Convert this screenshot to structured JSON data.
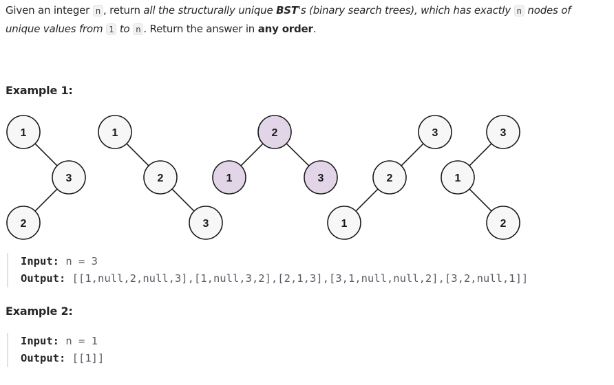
{
  "description": {
    "p1": "Given an integer ",
    "code_n1": "n",
    "p2": ", return ",
    "p3": "all the structurally unique ",
    "p4": "BST",
    "p5": "'s (binary search trees), which has exactly ",
    "code_n2": "n",
    "p6": " nodes of unique values from ",
    "code_1": "1",
    "p7": " to ",
    "code_n3": "n",
    "p8": ". Return the answer in ",
    "p9": "any order",
    "p10": "."
  },
  "example1": {
    "heading": "Example 1:",
    "input_label": "Input:",
    "input_value": "n = 3",
    "output_label": "Output:",
    "output_value": "[[1,null,2,null,3],[1,null,3,2],[2,1,3],[3,1,null,null,2],[3,2,null,1]]"
  },
  "example2": {
    "heading": "Example 2:",
    "input_label": "Input:",
    "input_value": "n = 1",
    "output_label": "Output:",
    "output_value": "[[1]]"
  },
  "colors": {
    "node_fill": "#f7f7f7",
    "node_highlight": "#e2d5e8",
    "stroke": "#1a1a1a"
  },
  "trees": [
    {
      "nodes": [
        "1",
        "3",
        "2"
      ],
      "highlight": [
        false,
        false,
        false
      ]
    },
    {
      "nodes": [
        "1",
        "2",
        "3"
      ],
      "highlight": [
        false,
        false,
        false
      ]
    },
    {
      "nodes": [
        "2",
        "1",
        "3"
      ],
      "highlight": [
        true,
        true,
        true
      ]
    },
    {
      "nodes": [
        "3",
        "2",
        "1"
      ],
      "highlight": [
        false,
        false,
        false
      ]
    },
    {
      "nodes": [
        "3",
        "1",
        "2"
      ],
      "highlight": [
        false,
        false,
        false
      ]
    }
  ]
}
